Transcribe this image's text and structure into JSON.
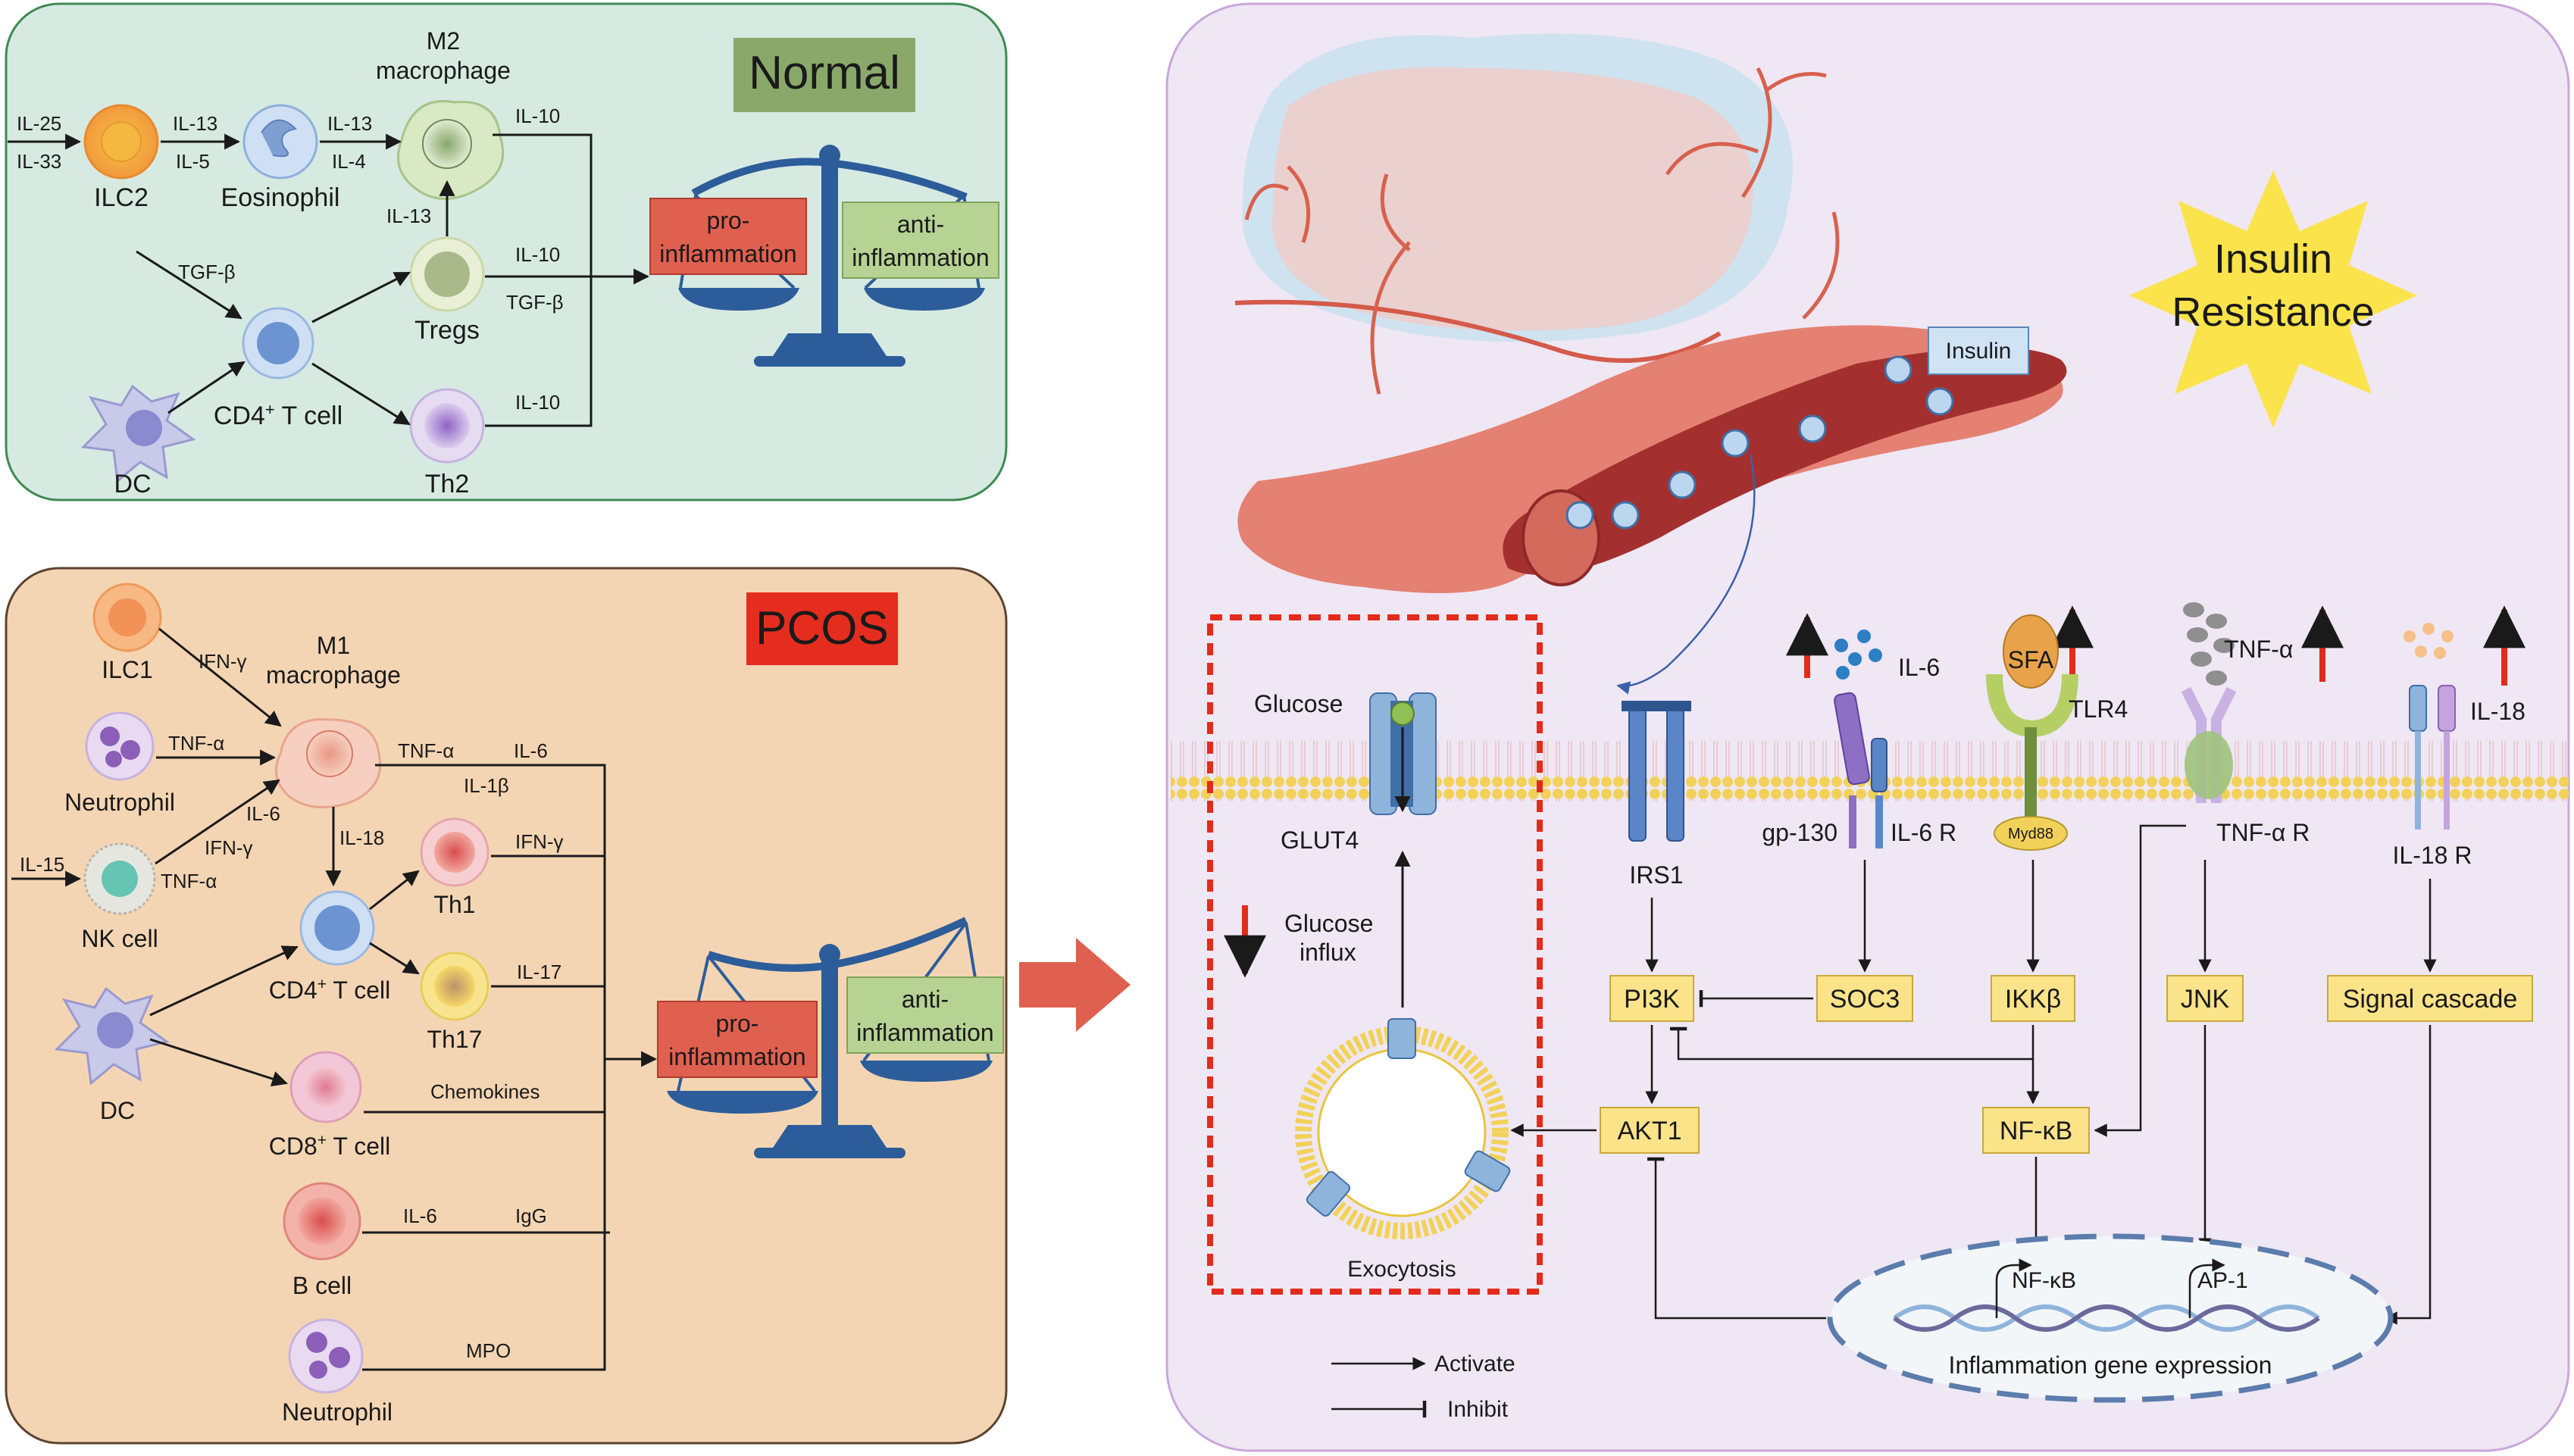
{
  "normal_panel": {
    "title": "Normal",
    "cells": {
      "ilc2": "ILC2",
      "eosinophil": "Eosinophil",
      "m2_line1": "M2",
      "m2_line2": "macrophage",
      "tregs": "Tregs",
      "cd4": "CD4",
      "cd4_sup": "+",
      "cd4_suffix": " T cell",
      "dc": "DC",
      "th2": "Th2"
    },
    "labels": {
      "il25": "IL-25",
      "il33": "IL-33",
      "il13_a": "IL-13",
      "il5": "IL-5",
      "il13_b": "IL-13",
      "il4": "IL-4",
      "il13_c": "IL-13",
      "tgfb_a": "TGF-β",
      "il10_a": "IL-10",
      "il10_b": "IL-10",
      "tgfb_b": "TGF-β",
      "il10_c": "IL-10"
    },
    "balance": {
      "pro_line1": "pro-",
      "pro_line2": "inflammation",
      "anti_line1": "anti-",
      "anti_line2": "inflammation"
    }
  },
  "pcos_panel": {
    "title": "PCOS",
    "cells": {
      "ilc1": "ILC1",
      "neutrophil_a": "Neutrophil",
      "nk": "NK cell",
      "m1_line1": "M1",
      "m1_line2": "macrophage",
      "th1": "Th1",
      "th17": "Th17",
      "cd4": "CD4",
      "cd4_sup": "+",
      "cd4_suffix": " T cell",
      "dc": "DC",
      "cd8": "CD8",
      "cd8_sup": "+",
      "cd8_suffix": " T cell",
      "bcell": "B cell",
      "neutrophil_b": "Neutrophil"
    },
    "labels": {
      "ifng_a": "IFN-γ",
      "tnfa_a": "TNF-α",
      "il6_a": "IL-6",
      "ifng_b": "IFN-γ",
      "il15": "IL-15",
      "tnfa_b": "TNF-α",
      "tnfa_c": "TNF-α",
      "il6_b": "IL-6",
      "il1b": "IL-1β",
      "il18": "IL-18",
      "ifng_c": "IFN-γ",
      "il17": "IL-17",
      "chemokines": "Chemokines",
      "il6_c": "IL-6",
      "igg": "IgG",
      "mpo": "MPO"
    },
    "balance": {
      "pro_line1": "pro-",
      "pro_line2": "inflammation",
      "anti_line1": "anti-",
      "anti_line2": "inflammation"
    }
  },
  "right_panel": {
    "insulin_label": "Insulin",
    "burst_line1": "Insulin",
    "burst_line2": "Resistance",
    "glucose": "Glucose",
    "glut4": "GLUT4",
    "glucose_influx_1": "Glucose",
    "glucose_influx_2": "influx",
    "exocytosis": "Exocytosis",
    "irs1": "IRS1",
    "il6": "IL-6",
    "gp130": "gp-130",
    "il6r": "IL-6 R",
    "sfa": "SFA",
    "tlr4": "TLR4",
    "myd88": "Myd88",
    "tnfa": "TNF-α",
    "tnfar": "TNF-α R",
    "il18": "IL-18",
    "il18r": "IL-18 R",
    "pi3k": "PI3K",
    "soc3": "SOC3",
    "ikkb": "IKKβ",
    "jnk": "JNK",
    "signal_cascade": "Signal cascade",
    "akt1": "AKT1",
    "nfkb": "NF-κB",
    "nfkb_gene": "NF-κB",
    "ap1": "AP-1",
    "gene_expression": "Inflammation gene expression",
    "legend_activate": "Activate",
    "legend_inhibit": "Inhibit"
  },
  "colors": {
    "normal_bg": "#d6eae2",
    "pcos_bg": "#f4d5b3",
    "right_bg": "#efe7f4",
    "normal_title_bg": "#8aa86a",
    "pcos_title_bg": "#e52d1f",
    "pro_box": "#e06050",
    "anti_box": "#b7d394",
    "node_box": "#fbe38a",
    "up_arrow": "#e32b1c",
    "burst": "#fbe34c",
    "balance": "#2c5d9a"
  }
}
